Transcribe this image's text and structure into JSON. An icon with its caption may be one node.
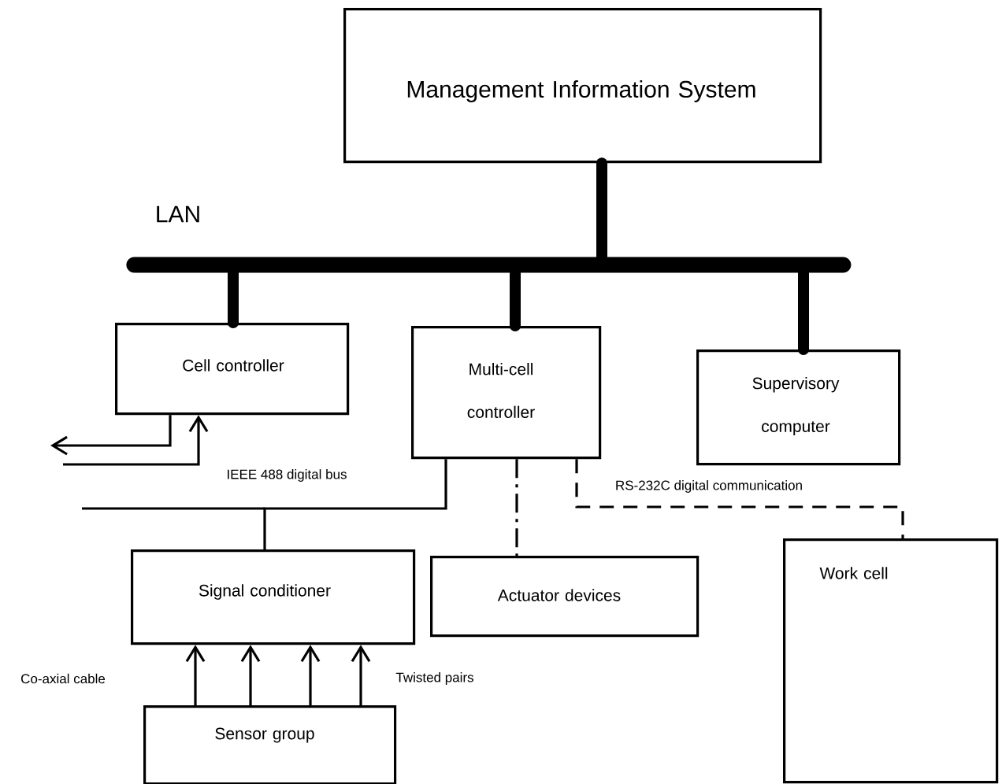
{
  "diagram": {
    "nodes": [
      {
        "text": [
          "Management Information System"
        ]
      },
      {
        "text": [
          "LAN"
        ]
      },
      {
        "text": [
          "Cell controller"
        ]
      },
      {
        "text": [
          "Multi-cell controller"
        ]
      },
      {
        "text": [
          "Supervisory computer"
        ]
      },
      {
        "text": [
          "Signal conditioner"
        ]
      },
      {
        "text": [
          "Actuator devices"
        ]
      },
      {
        "text": [
          "Work cell"
        ]
      },
      {
        "text": [
          "Sensor group"
        ]
      }
    ],
    "edges": [
      {
        "from": 0,
        "to": 1,
        "arrow": "none",
        "style": "thick"
      },
      {
        "from": 1,
        "to": 2,
        "arrow": "none",
        "style": "thick"
      },
      {
        "from": 1,
        "to": 3,
        "arrow": "none",
        "style": "thick"
      },
      {
        "from": 1,
        "to": 4,
        "arrow": "none",
        "style": "thick"
      },
      {
        "from": 2,
        "to": null,
        "arrow": "to"
      },
      {
        "from": null,
        "to": 2,
        "arrow": "to"
      },
      {
        "from": 3,
        "to": 5,
        "arrow": "none"
      },
      {
        "from": 3,
        "to": 6,
        "arrow": "none",
        "style": "dashed"
      },
      {
        "from": 3,
        "to": 7,
        "arrow": "none",
        "style": "dashed",
        "label": "RS-232C digital communication"
      },
      {
        "from": 8,
        "to": 5,
        "arrow": "to"
      },
      {
        "from": 8,
        "to": 5,
        "arrow": "to"
      },
      {
        "from": 8,
        "to": 5,
        "arrow": "to"
      },
      {
        "from": 8,
        "to": 5,
        "arrow": "to"
      }
    ],
    "labels": [
      "IEEE 488 digital bus",
      "Co-axial cable",
      "Twisted pairs"
    ]
  }
}
